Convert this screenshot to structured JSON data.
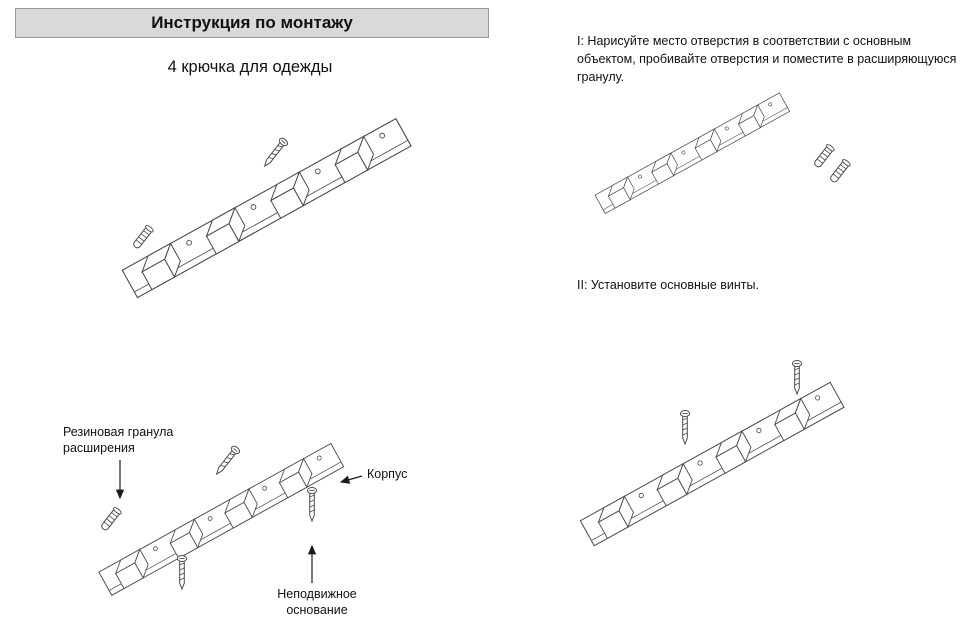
{
  "header": {
    "title": "Инструкция по монтажу"
  },
  "subtitle": "4 крючка для одежды",
  "steps": {
    "step1": "I: Нарисуйте место отверстия в соответствии с основным объектом, пробивайте отверстия и поместите в расширяющуюся гранулу.",
    "step2": "II: Установите основные винты."
  },
  "labels": {
    "expansion_granule": "Резиновая гранула\nрасширения",
    "body": "Корпус",
    "fixed_base": "Неподвижное\nоснование"
  },
  "colors": {
    "header_bg": "#d9d9d9",
    "line": "#4a4a4a",
    "text": "#111111"
  }
}
